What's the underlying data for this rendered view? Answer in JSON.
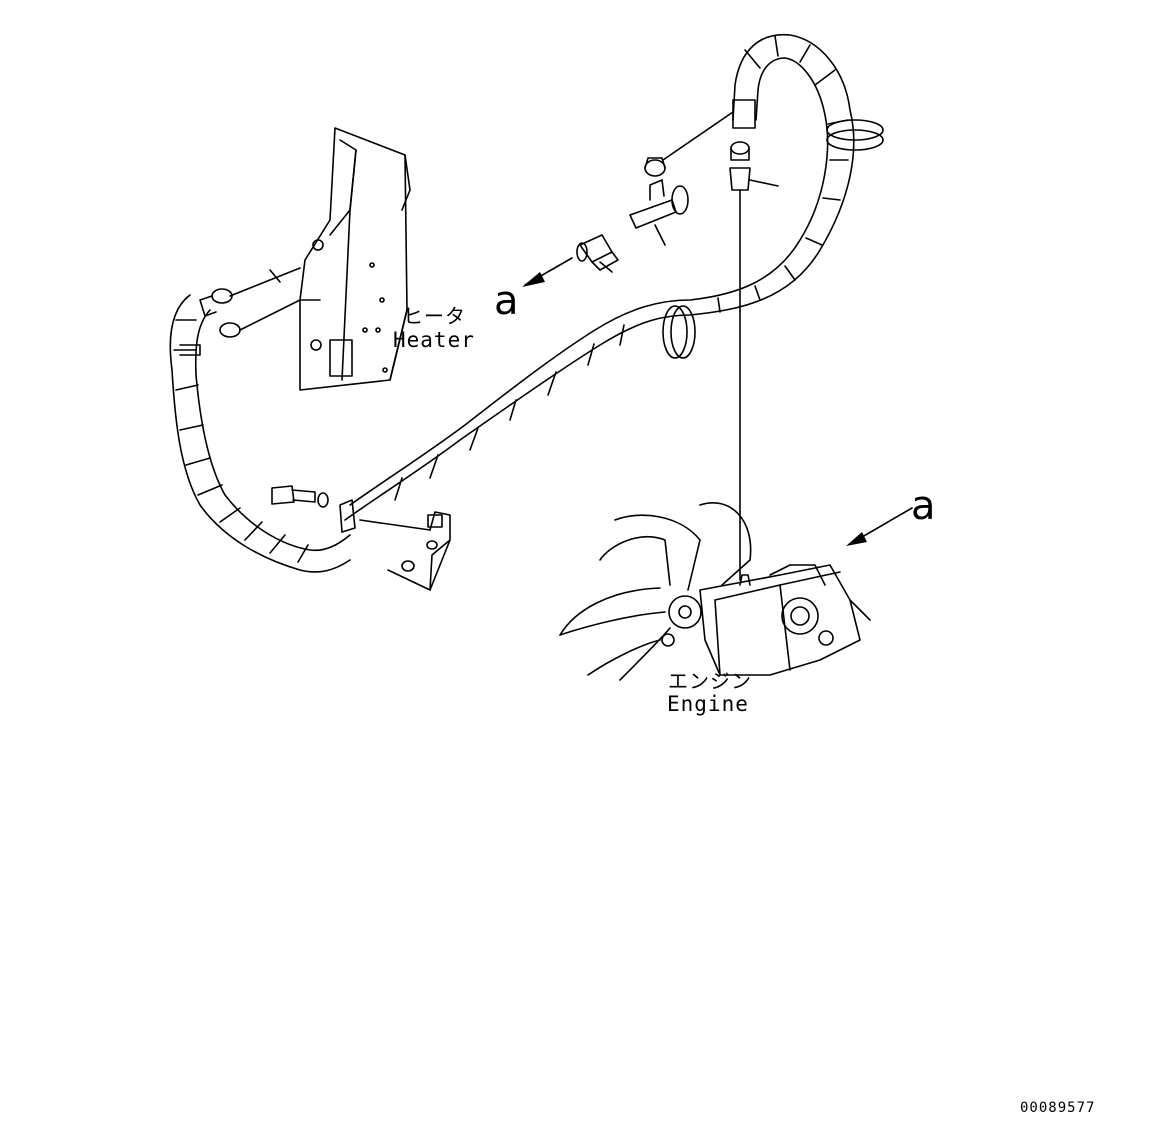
{
  "labels": {
    "heater_jp": "ヒータ",
    "heater_en": "Heater",
    "engine_jp": "エンジン",
    "engine_en": "Engine",
    "ref_a_left": "a",
    "ref_a_right": "a"
  },
  "drawing_number": "00089577",
  "colors": {
    "line": "#000000",
    "background": "#ffffff"
  }
}
